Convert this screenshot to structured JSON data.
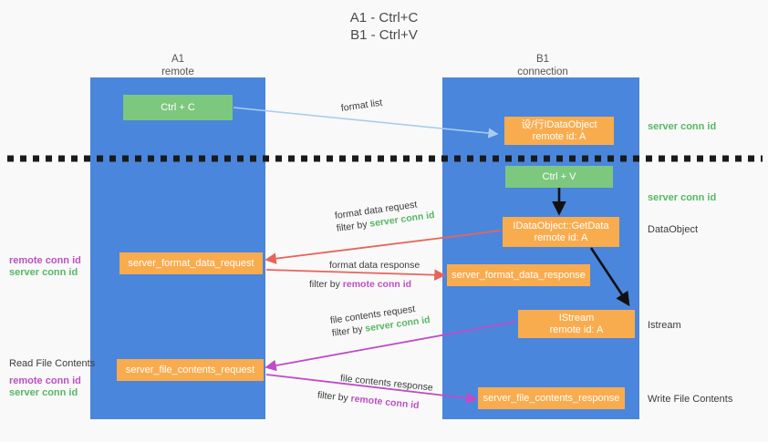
{
  "title": {
    "line1": "A1 - Ctrl+C",
    "line2": "B1 - Ctrl+V"
  },
  "colors": {
    "lane": "#4a86dc",
    "node_orange": "#f9ac4e",
    "node_green": "#7dc87f",
    "arrow_red": "#e8645a",
    "arrow_purple": "#c04bc8",
    "arrow_blue": "#a8cdf0",
    "arrow_black": "#1a1a1a",
    "text_green": "#56b764",
    "text_purple": "#bd4fc4"
  },
  "lanes": [
    {
      "id": "a1",
      "head_line1": "A1",
      "head_line2": "remote"
    },
    {
      "id": "b1",
      "head_line1": "B1",
      "head_line2": "connection"
    }
  ],
  "nodes": {
    "ctrl_c": {
      "line1": "Ctrl + C",
      "line2": ""
    },
    "set_idataobject": {
      "line1": "设/行IDataObject",
      "line2": "remote id: A"
    },
    "ctrl_v": {
      "line1": "Ctrl + V",
      "line2": ""
    },
    "idataobject_getdata": {
      "line1": "IDataObject::GetData",
      "line2": "remote id: A"
    },
    "format_data_request": {
      "line1": "server_format_data_request",
      "line2": ""
    },
    "format_data_response": {
      "line1": "server_format_data_response",
      "line2": ""
    },
    "istream": {
      "line1": "IStream",
      "line2": "remote id: A"
    },
    "file_contents_request": {
      "line1": "server_file_contents_request",
      "line2": ""
    },
    "file_contents_response": {
      "line1": "server_file_contents_response",
      "line2": ""
    }
  },
  "edge_labels": {
    "format_list": "format list",
    "format_data_request_main": "format data request",
    "format_data_request_filter_prefix": "filter by ",
    "format_data_request_filter_key": "server conn id",
    "format_data_response_main": "format data response",
    "format_data_response_filter_prefix": "filter by ",
    "format_data_response_filter_key": "remote conn id",
    "file_contents_request_main": "file contents request",
    "file_contents_request_filter_prefix": "filter by ",
    "file_contents_request_filter_key": "server conn id",
    "file_contents_response_main": "file contents response",
    "file_contents_response_filter_prefix": "filter by ",
    "file_contents_response_filter_key": "remote conn id"
  },
  "annotations": {
    "right_server_conn_id_top": "server conn id",
    "right_server_conn_id_mid": "server conn id",
    "right_dataobject": "DataObject",
    "right_istream": "Istream",
    "right_write_file_contents": "Write File Contents",
    "left_remote_conn_id_1": "remote conn id",
    "left_server_conn_id_1": "server conn id",
    "left_read_file_contents": "Read File Contents",
    "left_remote_conn_id_2": "remote conn id",
    "left_server_conn_id_2": "server conn id"
  }
}
